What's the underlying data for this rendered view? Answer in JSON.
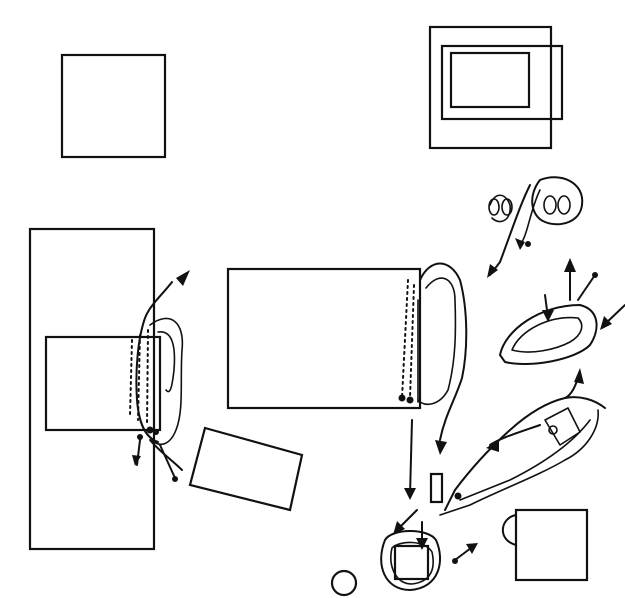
{
  "figure": {
    "kind": "hand-drawn floor plan with movement paths",
    "objects": [
      "square-table-top-left",
      "nested-box-top-right",
      "tall-table-left",
      "inner-table-left",
      "large-table-center",
      "tilted-box-center",
      "small-slot",
      "small-square-bottom",
      "chair-bottom-right",
      "round-stool"
    ],
    "paths": [
      "loop-left-table",
      "loop-center-table",
      "loop-top-right-figures",
      "loop-right-oval",
      "loop-diagonal-bottom-right",
      "loop-bottom-square"
    ]
  }
}
